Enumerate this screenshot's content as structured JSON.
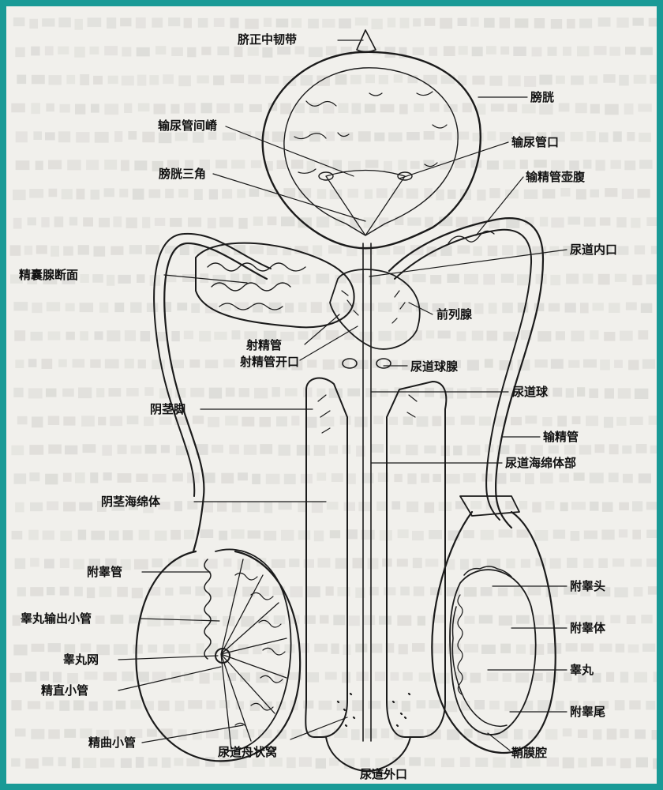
{
  "diagram": {
    "colors": {
      "frame": "#1a9a96",
      "paper": "#f1f0ec",
      "ink": "#1b1b1b"
    },
    "labels": {
      "median_umbilical_ligament": "脐正中韧带",
      "bladder": "膀胱",
      "interureteric_ridge": "输尿管间嵴",
      "ureteric_orifice": "输尿管口",
      "trigone": "膀胱三角",
      "ampulla": "输精管壶腹",
      "seminal_vesicle_section": "精囊腺断面",
      "internal_urethral_orifice": "尿道内口",
      "prostate": "前列腺",
      "ejaculatory_duct": "射精管",
      "ejaculatory_duct_opening": "射精管开口",
      "bulbourethral_gland": "尿道球腺",
      "urethral_bulb": "尿道球",
      "crus_of_penis": "阴茎脚",
      "vas_deferens": "输精管",
      "spongy_urethra": "尿道海绵体部",
      "corpus_cavernosum": "阴茎海绵体",
      "epididymal_duct": "附睾管",
      "efferent_ductules": "睾丸输出小管",
      "epididymis_head": "附睾头",
      "epididymis_body": "附睾体",
      "rete_testis": "睾丸网",
      "testis": "睾丸",
      "straight_tubules": "精直小管",
      "epididymis_tail": "附睾尾",
      "seminiferous_tubules": "精曲小管",
      "navicular_fossa": "尿道舟状窝",
      "tunica_vaginalis_cavity": "鞘膜腔",
      "external_urethral_orifice": "尿道外口"
    }
  }
}
